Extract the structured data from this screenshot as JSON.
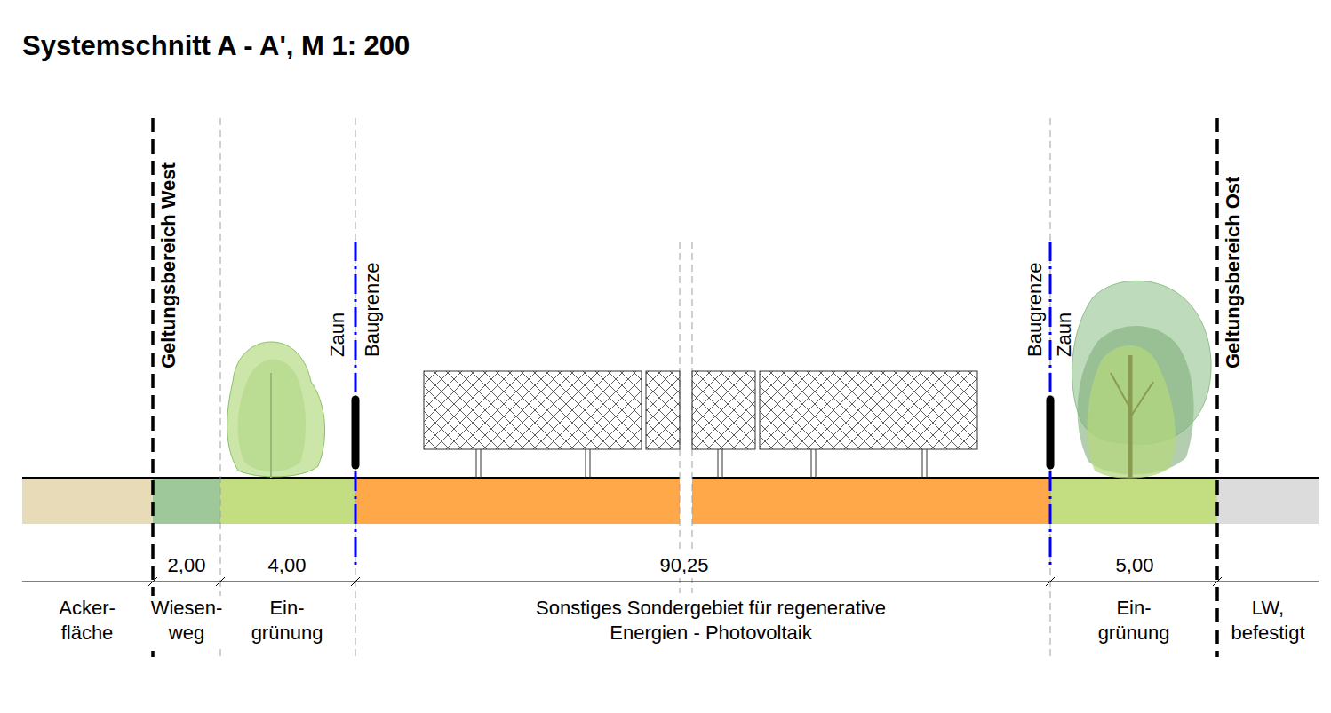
{
  "diagram": {
    "title": "Systemschnitt A - A', M 1: 200",
    "labels": [
      "Geltungsbereich West",
      "Zaun",
      "Baugrenze",
      "Baugrenze",
      "Zaun",
      "Geltungsbereich Ost",
      "2,00",
      "4,00",
      "90,25",
      "5,00",
      "Acker- fläche",
      "Wiesen- weg",
      "Ein- grünung",
      "Sonstiges Sondergebiet für regenerative Energien - Photovoltaik",
      "Ein- grünung",
      "LW, befestigt"
    ]
  }
}
